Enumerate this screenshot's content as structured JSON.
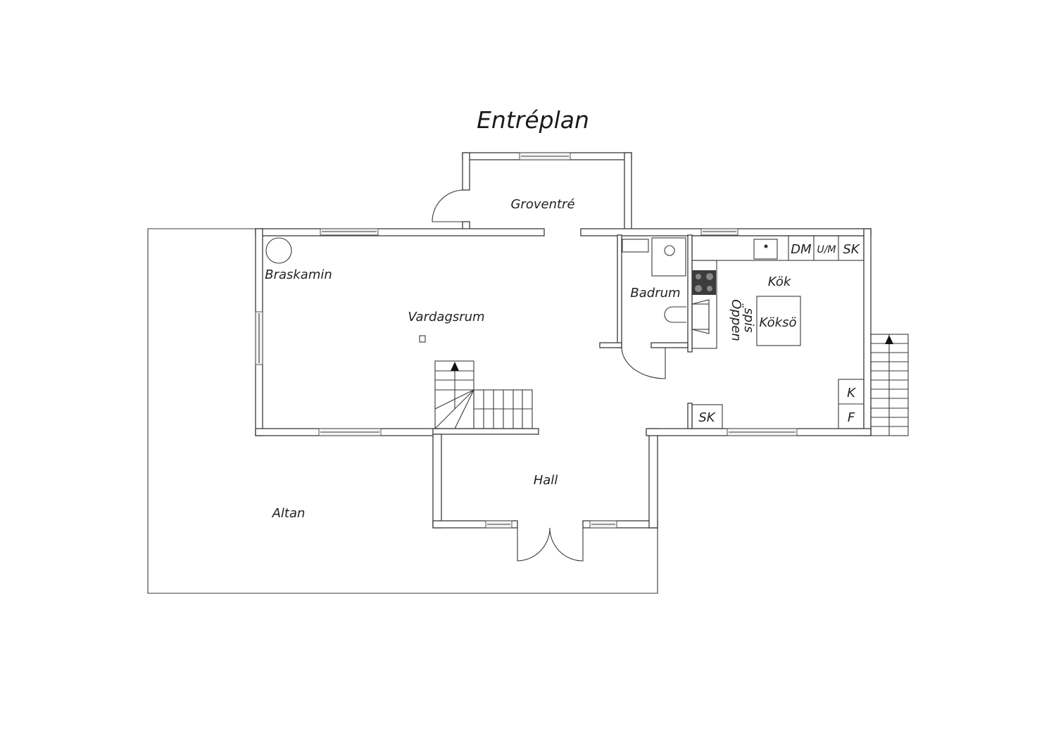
{
  "title": "Entréplan",
  "rooms": {
    "groventre": "Groventré",
    "braskamin": "Braskamin",
    "vardagsrum": "Vardagsrum",
    "badrum": "Badrum",
    "kok": "Kök",
    "oppen": "Öppen",
    "spis": "spis",
    "kokso": "Köksö",
    "hall": "Hall",
    "altan": "Altan"
  },
  "appliances": {
    "dm": "DM",
    "um": "U/M",
    "sk_top": "SK",
    "k": "K",
    "f": "F",
    "sk_bottom": "SK"
  }
}
